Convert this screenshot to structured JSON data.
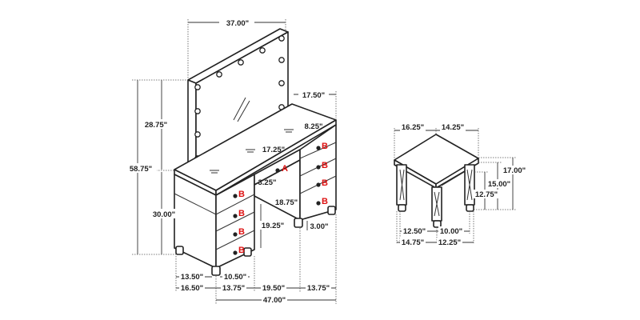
{
  "vanity": {
    "dimensions": {
      "mirror_width": "37.00\"",
      "depth": "17.50\"",
      "drawer_width": "8.25\"",
      "center_drawer_width": "17.25\"",
      "mirror_height": "28.75\"",
      "total_height": "58.75\"",
      "desk_height": "30.00\"",
      "center_drawer_height": "3.25\"",
      "knee_depth": "18.75\"",
      "knee_height": "19.25\"",
      "leg_height": "3.00\"",
      "side_inner_depth": "13.50\"",
      "pedestal_inner_width": "10.50\"",
      "side_depth": "16.50\"",
      "left_pedestal_width": "13.75\"",
      "knee_width": "19.50\"",
      "right_pedestal_width": "13.75\"",
      "total_width": "47.00\""
    },
    "part_labels": {
      "a": "A",
      "b": "B"
    }
  },
  "stool": {
    "dimensions": {
      "top_left_width": "16.25\"",
      "top_right_width": "14.25\"",
      "total_height": "17.00\"",
      "apron_height": "15.00\"",
      "leg_inner_height": "12.75\"",
      "inner_left": "12.50\"",
      "inner_right": "10.00\"",
      "outer_left": "14.75\"",
      "outer_right": "12.25\""
    }
  }
}
